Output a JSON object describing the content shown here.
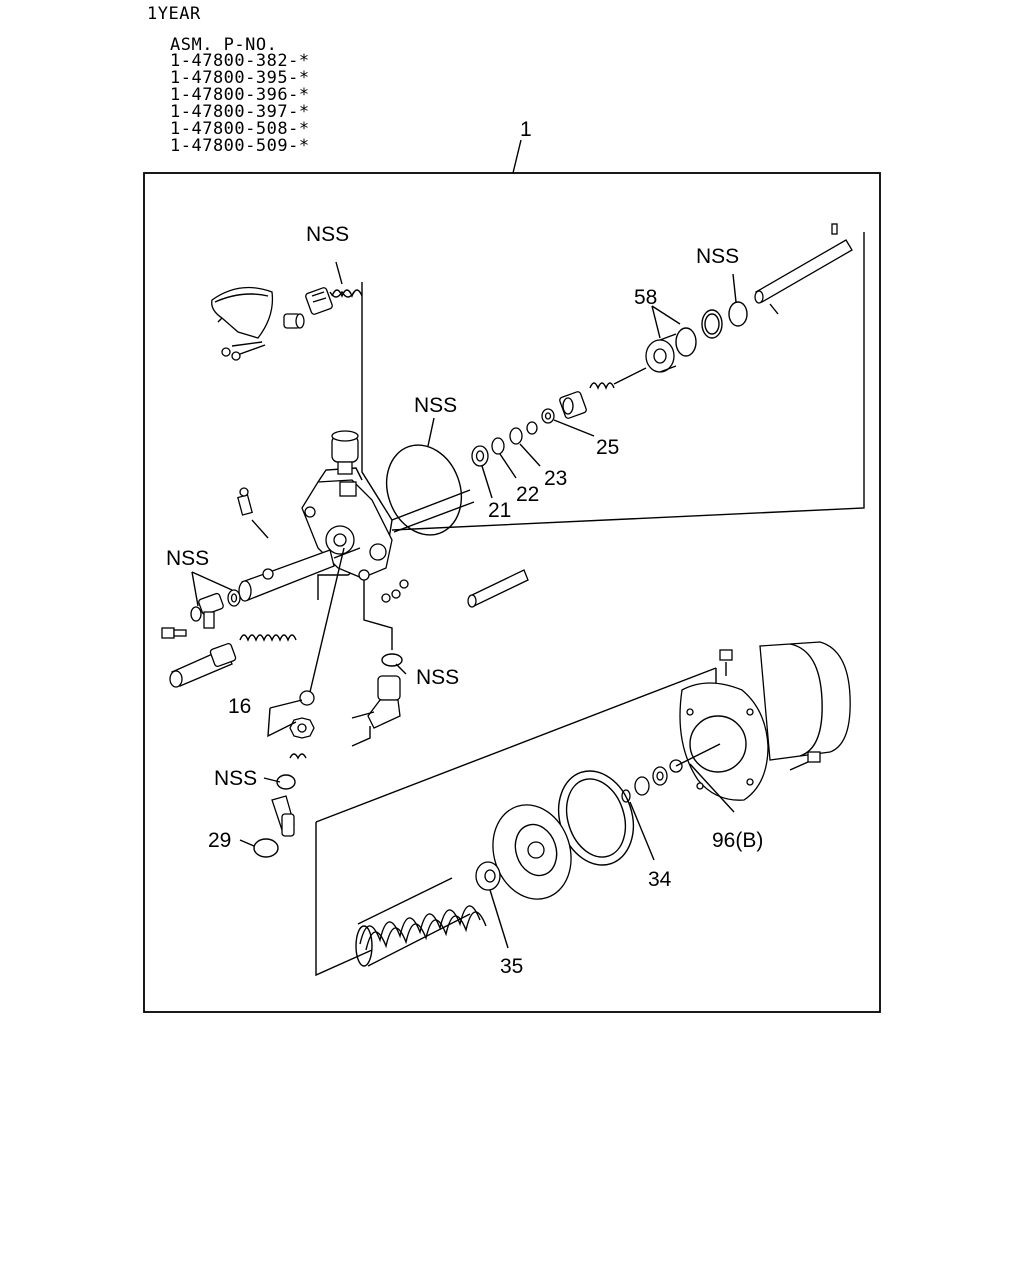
{
  "header": {
    "warranty": "1YEAR",
    "asm_title": "ASM. P-NO.",
    "part_numbers": [
      "1-47800-382-*",
      "1-47800-395-*",
      "1-47800-396-*",
      "1-47800-397-*",
      "1-47800-508-*",
      "1-47800-509-*"
    ]
  },
  "callouts": {
    "assembly": "1",
    "nss_top_left": "NSS",
    "nss_top_right": "NSS",
    "nss_center": "NSS",
    "nss_left": "NSS",
    "nss_fitting": "NSS",
    "nss_lower_left": "NSS",
    "p58": "58",
    "p25": "25",
    "p23": "23",
    "p22": "22",
    "p21": "21",
    "p16": "16",
    "p29": "29",
    "p96b": "96(B)",
    "p34": "34",
    "p35": "35"
  }
}
